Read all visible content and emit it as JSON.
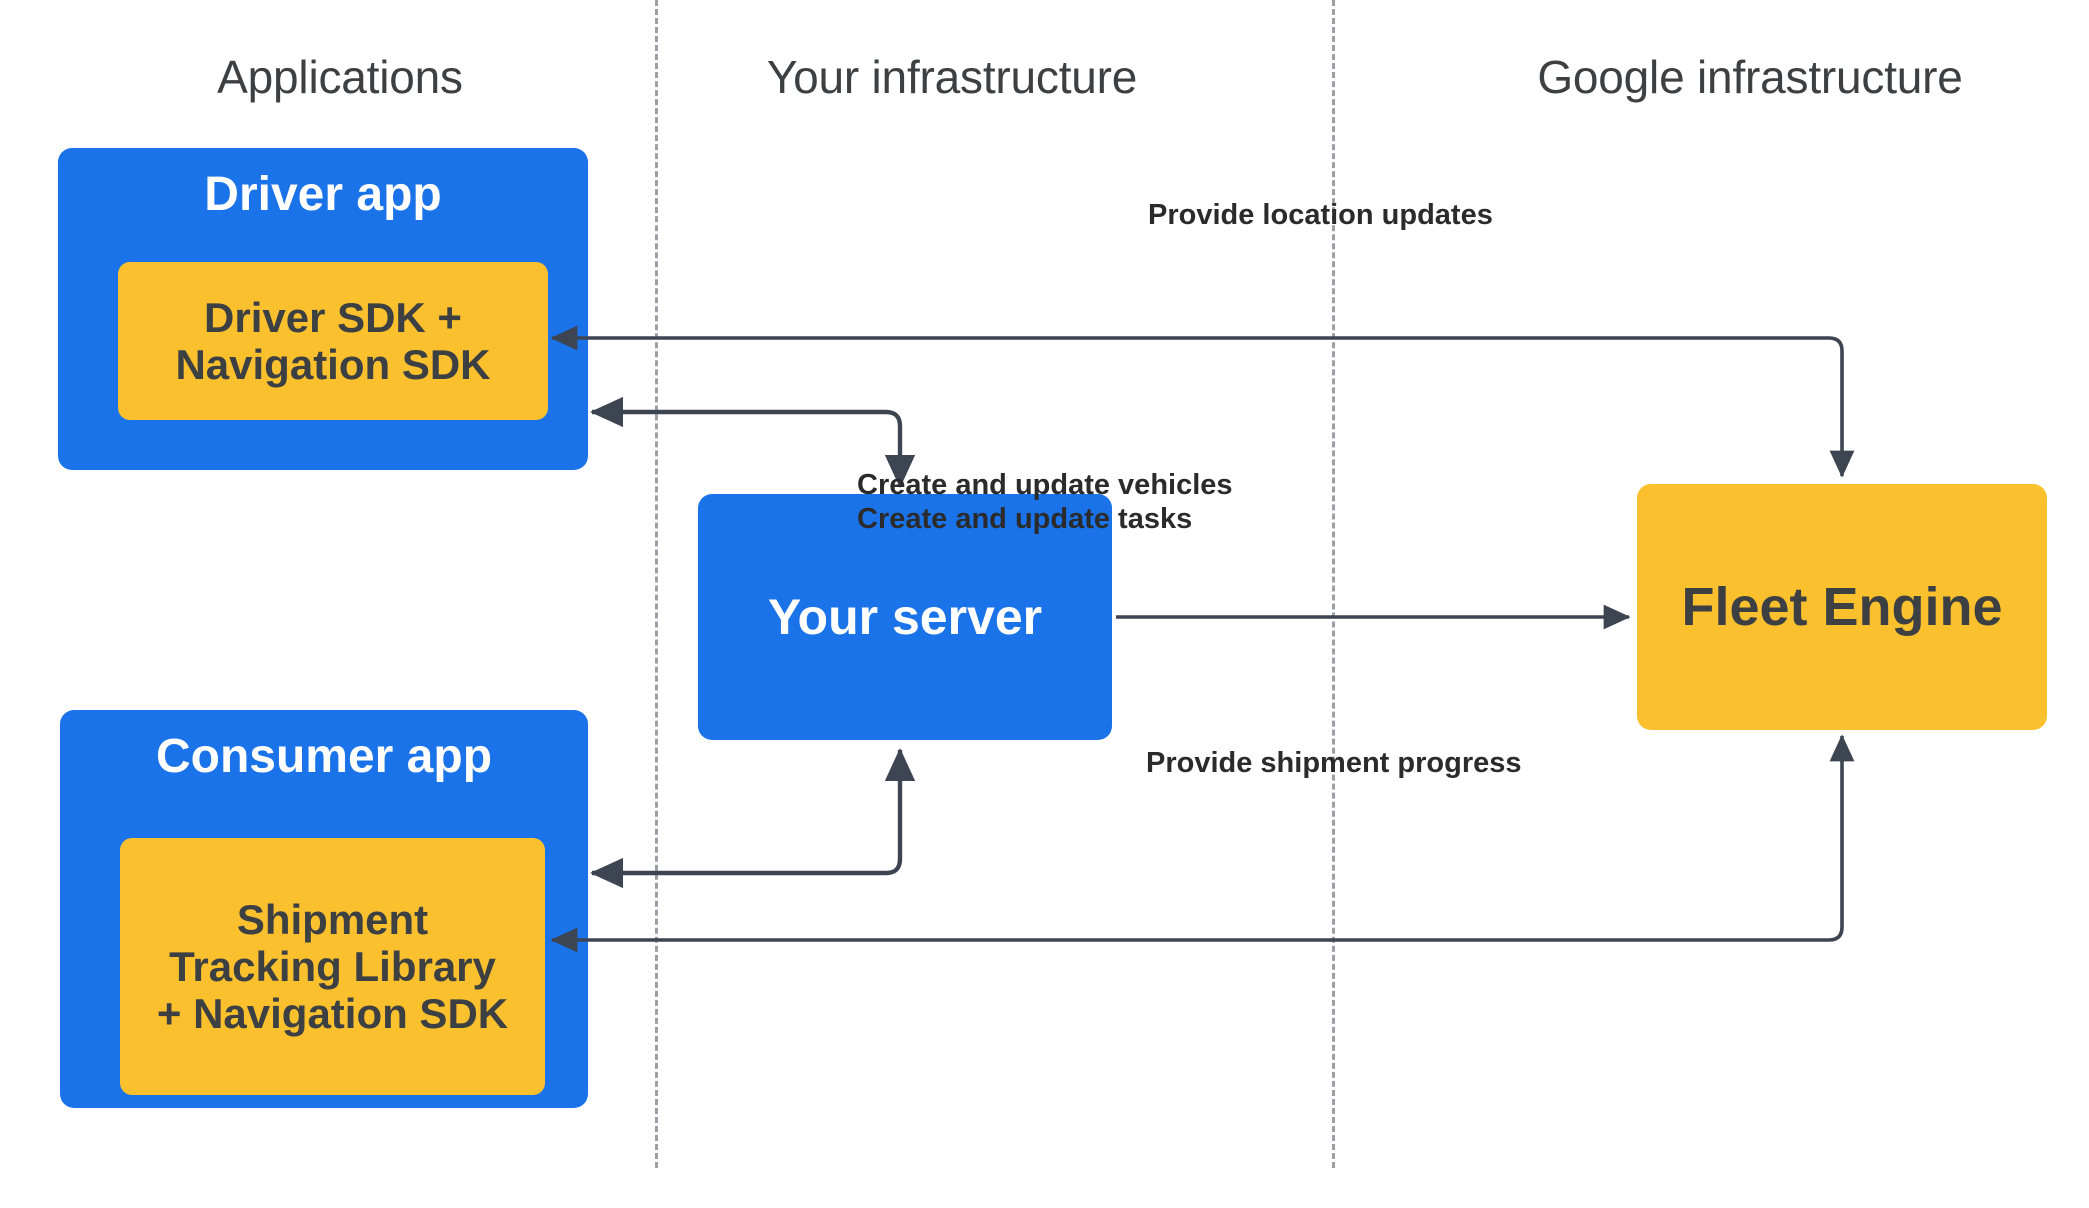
{
  "columns": [
    {
      "id": "applications",
      "label": "Applications"
    },
    {
      "id": "your_infra",
      "label": "Your infrastructure"
    },
    {
      "id": "google_infra",
      "label": "Google infrastructure"
    }
  ],
  "nodes": {
    "driver_app": {
      "title": "Driver app",
      "sdk": "Driver SDK +\nNavigation SDK"
    },
    "consumer_app": {
      "title": "Consumer app",
      "sdk": "Shipment\nTracking Library\n+ Navigation SDK"
    },
    "your_server": {
      "title": "Your server"
    },
    "fleet_engine": {
      "title": "Fleet Engine"
    }
  },
  "edges": {
    "location_updates": "Provide location updates",
    "create_vehicles": "Create and update vehicles",
    "create_tasks": "Create and update tasks",
    "shipment_progress": "Provide shipment progress"
  },
  "colors": {
    "blue": "#1a73e8",
    "yellow": "#fbc02d",
    "text_dark": "#3c4043",
    "text_light": "#ffffff",
    "connector": "#3c4551",
    "divider": "#9aa0a6",
    "background": "#ffffff"
  }
}
